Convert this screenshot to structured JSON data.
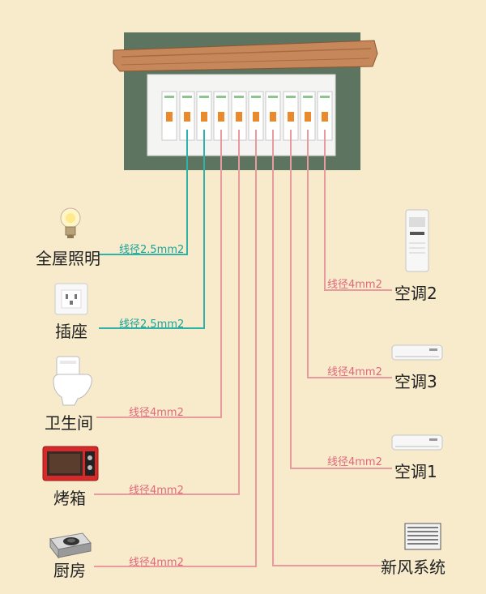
{
  "colors": {
    "background": "#f7ebcc",
    "box_frame": "#5d7560",
    "box_interior": "#f4f4f2",
    "wood_shelf": "#c6875a",
    "breaker_handle": "#e98a2e",
    "teal_wire": "#2fb3a8",
    "red_wire": "#e89a9f"
  },
  "left_circuits": [
    {
      "device": "全屋照明",
      "wire": "线径2.5mm2",
      "wire_color": "teal",
      "icon": "light-bulb-icon"
    },
    {
      "device": "插座",
      "wire": "线径2.5mm2",
      "wire_color": "teal",
      "icon": "wall-socket-icon"
    },
    {
      "device": "卫生间",
      "wire": "线径4mm2",
      "wire_color": "red",
      "icon": "toilet-icon"
    },
    {
      "device": "烤箱",
      "wire": "线径4mm2",
      "wire_color": "red",
      "icon": "oven-icon"
    },
    {
      "device": "厨房",
      "wire": "线径4mm2",
      "wire_color": "red",
      "icon": "gas-stove-icon"
    }
  ],
  "right_circuits": [
    {
      "device": "空调2",
      "wire": "线径4mm2",
      "wire_color": "red",
      "icon": "floor-ac-icon"
    },
    {
      "device": "空调3",
      "wire": "线径4mm2",
      "wire_color": "red",
      "icon": "wall-ac-icon"
    },
    {
      "device": "空调1",
      "wire": "线径4mm2",
      "wire_color": "red",
      "icon": "wall-ac-icon"
    },
    {
      "device": "新风系统",
      "wire": "",
      "wire_color": "red",
      "icon": "fresh-air-vent-icon"
    }
  ]
}
